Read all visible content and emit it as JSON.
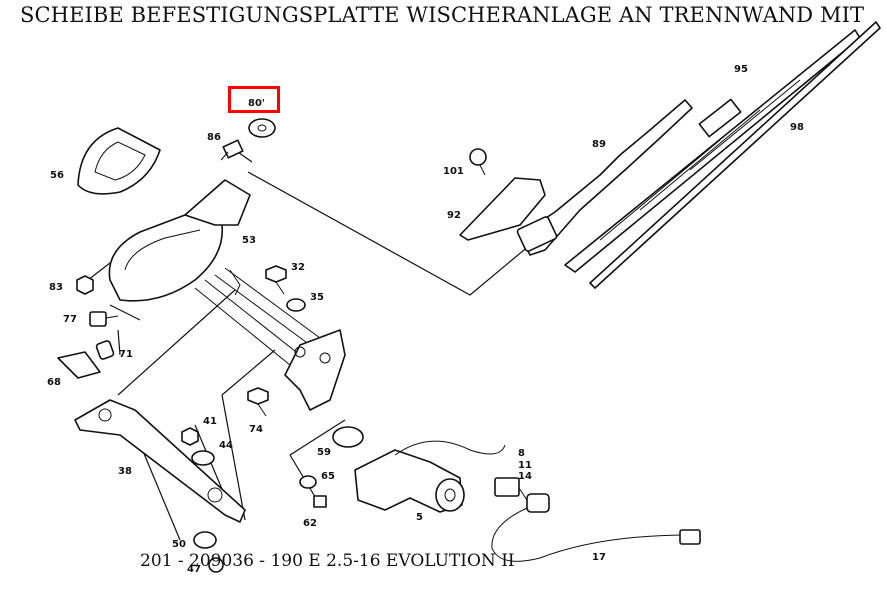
{
  "title": "SCHEIBE BEFESTIGUNGSPLATTE WISCHERANLAGE AN TRENNWAND MIT",
  "footer": "201 - 209036 - 190 E 2.5-16 EVOLUTION II",
  "highlight": {
    "label": "80'",
    "color": "#ff0000"
  },
  "callouts": {
    "p56": "56",
    "p86": "86",
    "p80": "80'",
    "p53": "53",
    "p83": "83",
    "p77": "77",
    "p71": "71",
    "p68": "68",
    "p32": "32",
    "p35": "35",
    "p101": "101",
    "p92": "92",
    "p89": "89",
    "p95": "95",
    "p98": "98",
    "p41": "41",
    "p44": "44",
    "p74": "74",
    "p38": "38",
    "p59": "59",
    "p65": "65",
    "p62": "62",
    "p8": "8",
    "p11": "11",
    "p14": "14",
    "p5": "5",
    "p17": "17",
    "p50": "50",
    "p47": "47"
  }
}
